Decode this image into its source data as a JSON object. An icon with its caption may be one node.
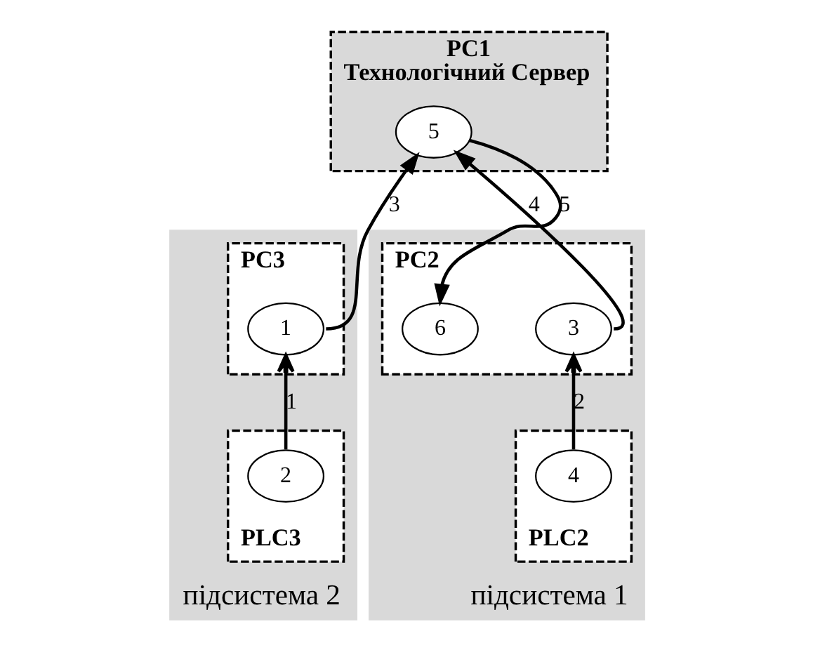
{
  "diagram": {
    "nodes": [
      {
        "text": [
          "PC1",
          "Технологічний Сервер"
        ]
      },
      {
        "text": [
          "5"
        ],
        "in": 0
      },
      {
        "text": [
          "підсистема 2"
        ]
      },
      {
        "text": [
          "PC3"
        ],
        "in": 2
      },
      {
        "text": [
          "1"
        ],
        "in": 3
      },
      {
        "text": [
          "PLC3"
        ],
        "in": 2
      },
      {
        "text": [
          "2"
        ],
        "in": 5
      },
      {
        "text": [
          "підсистема 1"
        ]
      },
      {
        "text": [
          "PC2"
        ],
        "in": 7
      },
      {
        "text": [
          "3"
        ],
        "in": 8
      },
      {
        "text": [
          "6"
        ],
        "in": 8
      },
      {
        "text": [
          "PLC2"
        ],
        "in": 7
      },
      {
        "text": [
          "4"
        ],
        "in": 11
      }
    ],
    "edges": [
      {
        "from": 6,
        "to": 4,
        "arrow": "to",
        "label": "1"
      },
      {
        "from": 4,
        "to": 1,
        "arrow": "to",
        "label": "3"
      },
      {
        "from": 12,
        "to": 9,
        "arrow": "to",
        "label": "2"
      },
      {
        "from": 9,
        "to": 1,
        "arrow": "to",
        "label": "4"
      },
      {
        "from": 1,
        "to": 10,
        "arrow": "to",
        "label": "5"
      }
    ]
  }
}
